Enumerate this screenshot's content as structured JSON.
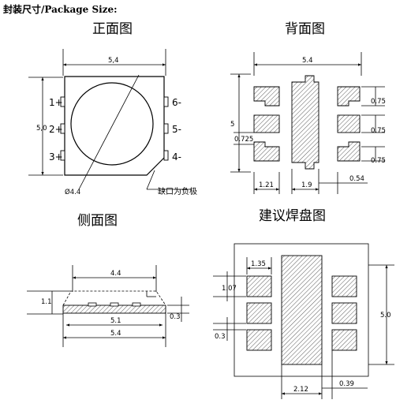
{
  "header": {
    "title": "封装尺寸/Package Size:"
  },
  "views": {
    "front": {
      "title": "正面图",
      "width": "5,4",
      "height": "5,0",
      "pins_left": [
        "1+",
        "2+",
        "3+"
      ],
      "pins_right": [
        "6-",
        "5-",
        "4-"
      ],
      "diameter": "Ø4.4",
      "notch_note": "缺口为负极"
    },
    "back": {
      "title": "背面图",
      "width": "5.4",
      "height": "5",
      "pad_pitch": "0.725",
      "pad_h1": "0.75",
      "pad_h2": "0.75",
      "pad_h3": "0.75",
      "left_w": "1.21",
      "center_w": "1.9",
      "gap": "0.54"
    },
    "side": {
      "title": "侧面图",
      "top_w": "4.4",
      "height": "1.1",
      "base_w": "5.1",
      "total_w": "5.4",
      "base_h": "0.3"
    },
    "land": {
      "title": "建议焊盘图",
      "pad_w": "1.35",
      "pad_h": "1.07",
      "gap": "0.3",
      "height": "5.0",
      "center_w": "2.12",
      "edge_gap": "0.39"
    }
  }
}
